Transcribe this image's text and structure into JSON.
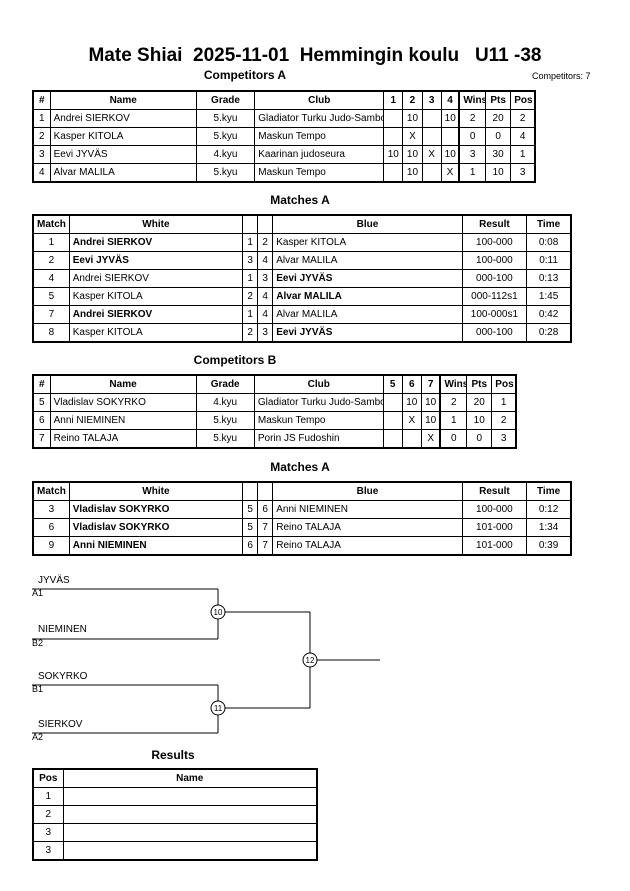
{
  "header": {
    "title": "Mate Shiai  2025-11-01  Hemmingin koulu   U11 -38",
    "competitors_a_heading": "Competitors A",
    "competitors_count": "Competitors: 7"
  },
  "competitors_a": {
    "columns": [
      "#",
      "Name",
      "Grade",
      "Club",
      "1",
      "2",
      "3",
      "4",
      "Wins",
      "Pts",
      "Pos"
    ],
    "rows": [
      [
        "1",
        "Andrei SIERKOV",
        "5.kyu",
        "Gladiator Turku Judo-Sambo Sor",
        "",
        "10",
        "",
        "10",
        "2",
        "20",
        "2"
      ],
      [
        "2",
        "Kasper KITOLA",
        "5.kyu",
        "Maskun Tempo",
        "",
        "X",
        "",
        "",
        "0",
        "0",
        "4"
      ],
      [
        "3",
        "Eevi JYVÄS",
        "4.kyu",
        "Kaarinan judoseura",
        "10",
        "10",
        "X",
        "10",
        "3",
        "30",
        "1"
      ],
      [
        "4",
        "Alvar MALILA",
        "5.kyu",
        "Maskun Tempo",
        "",
        "10",
        "",
        "X",
        "1",
        "10",
        "3"
      ]
    ]
  },
  "matches_a1": {
    "heading": "Matches A",
    "columns": [
      "Match",
      "White",
      "",
      "",
      "Blue",
      "Result",
      "Time"
    ],
    "rows": [
      {
        "match": "1",
        "white": "Andrei SIERKOV",
        "wn": "1",
        "bn": "2",
        "blue": "Kasper KITOLA",
        "result": "100-000",
        "time": "0:08",
        "winner": "white"
      },
      {
        "match": "2",
        "white": "Eevi JYVÄS",
        "wn": "3",
        "bn": "4",
        "blue": "Alvar MALILA",
        "result": "100-000",
        "time": "0:11",
        "winner": "white"
      },
      {
        "match": "4",
        "white": "Andrei SIERKOV",
        "wn": "1",
        "bn": "3",
        "blue": "Eevi JYVÄS",
        "result": "000-100",
        "time": "0:13",
        "winner": "blue"
      },
      {
        "match": "5",
        "white": "Kasper KITOLA",
        "wn": "2",
        "bn": "4",
        "blue": "Alvar MALILA",
        "result": "000-112s1",
        "time": "1:45",
        "winner": "blue"
      },
      {
        "match": "7",
        "white": "Andrei SIERKOV",
        "wn": "1",
        "bn": "4",
        "blue": "Alvar MALILA",
        "result": "100-000s1",
        "time": "0:42",
        "winner": "white"
      },
      {
        "match": "8",
        "white": "Kasper KITOLA",
        "wn": "2",
        "bn": "3",
        "blue": "Eevi JYVÄS",
        "result": "000-100",
        "time": "0:28",
        "winner": "blue"
      }
    ]
  },
  "competitors_b": {
    "heading": "Competitors B",
    "columns": [
      "#",
      "Name",
      "Grade",
      "Club",
      "5",
      "6",
      "7",
      "Wins",
      "Pts",
      "Pos"
    ],
    "rows": [
      [
        "5",
        "Vladislav SOKYRKO",
        "4.kyu",
        "Gladiator Turku Judo-Sambo Sor",
        "",
        "10",
        "10",
        "2",
        "20",
        "1"
      ],
      [
        "6",
        "Anni NIEMINEN",
        "5.kyu",
        "Maskun Tempo",
        "",
        "X",
        "10",
        "1",
        "10",
        "2"
      ],
      [
        "7",
        "Reino TALAJA",
        "5.kyu",
        "Porin JS Fudoshin",
        "",
        "",
        "X",
        "0",
        "0",
        "3"
      ]
    ]
  },
  "matches_a2": {
    "heading": "Matches A",
    "columns": [
      "Match",
      "White",
      "",
      "",
      "Blue",
      "Result",
      "Time"
    ],
    "rows": [
      {
        "match": "3",
        "white": "Vladislav SOKYRKO",
        "wn": "5",
        "bn": "6",
        "blue": "Anni NIEMINEN",
        "result": "100-000",
        "time": "0:12",
        "winner": "white"
      },
      {
        "match": "6",
        "white": "Vladislav SOKYRKO",
        "wn": "5",
        "bn": "7",
        "blue": "Reino TALAJA",
        "result": "101-000",
        "time": "1:34",
        "winner": "white"
      },
      {
        "match": "9",
        "white": "Anni NIEMINEN",
        "wn": "6",
        "bn": "7",
        "blue": "Reino TALAJA",
        "result": "101-000",
        "time": "0:39",
        "winner": "white"
      }
    ]
  },
  "bracket": {
    "p1": {
      "name": "JYVÄS",
      "seed": "A1"
    },
    "p2": {
      "name": "NIEMINEN",
      "seed": "B2"
    },
    "p3": {
      "name": "SOKYRKO",
      "seed": "B1"
    },
    "p4": {
      "name": "SIERKOV",
      "seed": "A2"
    },
    "m1": "10",
    "m2": "11",
    "final": "12"
  },
  "results": {
    "heading": "Results",
    "columns": [
      "Pos",
      "Name"
    ],
    "rows": [
      [
        "1",
        ""
      ],
      [
        "2",
        ""
      ],
      [
        "3",
        ""
      ],
      [
        "3",
        ""
      ]
    ]
  }
}
